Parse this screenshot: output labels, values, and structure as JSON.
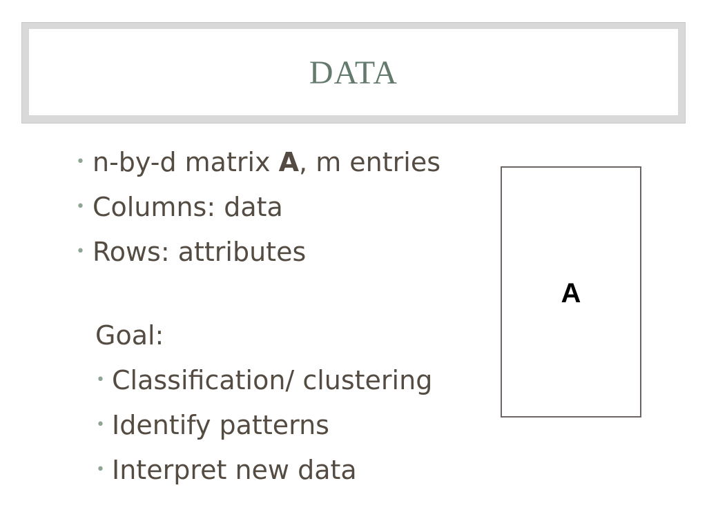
{
  "slide": {
    "title": "DATA",
    "bullets": [
      {
        "pre": "n-by-d matrix ",
        "bold": "A",
        "post": ", m entries"
      },
      {
        "text": "Columns: data"
      },
      {
        "text": "Rows: attributes"
      }
    ],
    "goal_label": "Goal:",
    "goal_items": [
      "Classification/ clustering",
      "Identify patterns",
      "Interpret new data"
    ],
    "matrix_label": "A",
    "bullet_glyph": "•"
  },
  "colors": {
    "title": "#637a6c",
    "body_text": "#544c42",
    "bullet": "#8fa593",
    "title_frame": "#d9d9d9",
    "matrix_border": "#6e6464"
  }
}
